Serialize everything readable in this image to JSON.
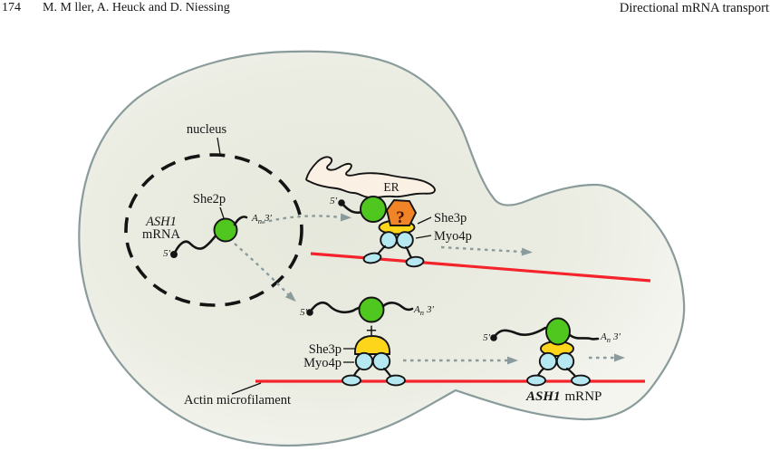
{
  "header": {
    "page_number": "174",
    "authors": "M. M ller, A. Heuck and D. Niessing",
    "running_title": "Directional mRNA transport"
  },
  "labels": {
    "nucleus": "nucleus",
    "she2p": "She2p",
    "ash1_gene": "ASH1",
    "mrna": "mRNA",
    "er": "ER",
    "unknown_factor": "?",
    "she3p": "She3p",
    "myo4p": "Myo4p",
    "plus": "+",
    "actin": "Actin microfilament",
    "mrnp_gene": "ASH1",
    "mrnp_suffix": "mRNP",
    "five_prime": "5′",
    "poly_a": "A",
    "poly_a_sub": "n",
    "three_prime": "3′"
  },
  "colors": {
    "she2p_green": "#4fc71e",
    "she3p_yellow": "#fdd61c",
    "myo4p_cyan": "#b5e8f0",
    "unknown_orange": "#f08426",
    "actin_red": "#f5232b",
    "er_fill": "#faf0e4",
    "arrow_gray": "#8a9b9b"
  }
}
